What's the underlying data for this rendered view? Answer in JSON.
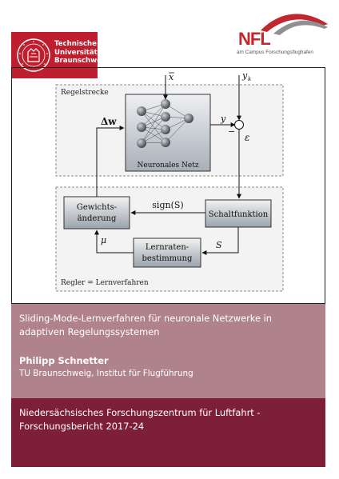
{
  "logo_tu": {
    "line1": "Technische",
    "line2": "Universität",
    "line3": "Braunschweig",
    "color": "#be1e2d"
  },
  "logo_nfl": {
    "name": "NFL",
    "subtitle": "am Campus Forschungsflughafen",
    "color": "#c1272d"
  },
  "diagram": {
    "plant_label": "Regelstrecke",
    "net_label": "Neuronales Netz",
    "controller_label": "Regler = Lernverfahren",
    "input_x": "x",
    "input_yk": "y",
    "input_yk_sub": "k",
    "signal_y": "y",
    "minus": "−",
    "signal_eps": "ε",
    "delta_w": "Δw",
    "sign_label": "sign(S)",
    "s_label": "S",
    "mu_label": "μ",
    "box_weight_line1": "Gewichts-",
    "box_weight_line2": "änderung",
    "box_switch": "Schaltfunktion",
    "box_rate_line1": "Lernraten-",
    "box_rate_line2": "bestimmung"
  },
  "title": "Sliding-Mode-Lernverfahren für neuronale Netzwerke in adaptiven Regelungssystemen",
  "author": "Philipp Schnetter",
  "affiliation": "TU Braunschweig, Institut für Flugführung",
  "series": "Niedersächsisches Forschungszentrum für Luftfahrt - Forschungsbericht 2017-24",
  "colors": {
    "band_light": "#b0838c",
    "band_dark": "#7d1f37"
  }
}
